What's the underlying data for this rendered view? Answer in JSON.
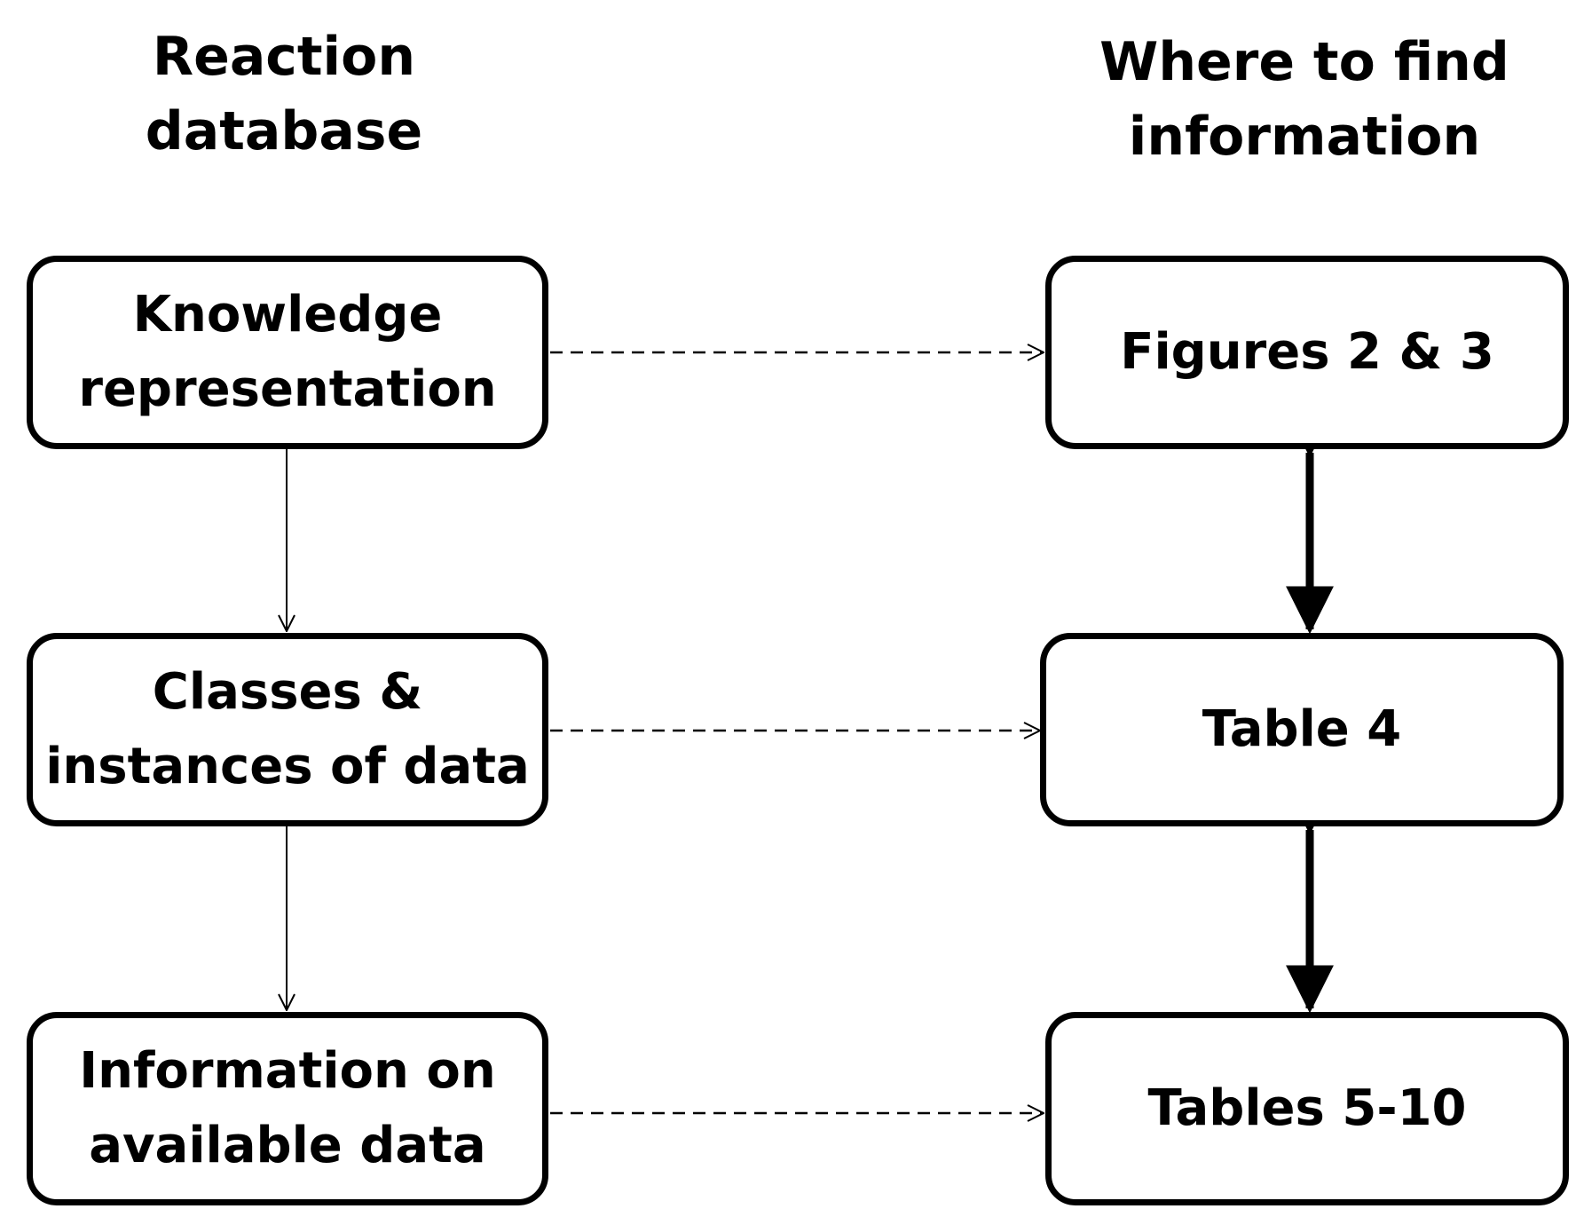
{
  "headers": {
    "left": "Reaction\ndatabase",
    "right": "Where to find\ninformation"
  },
  "left_boxes": [
    {
      "label": "Knowledge\nrepresentation"
    },
    {
      "label": "Classes &\ninstances of data"
    },
    {
      "label": "Information on\navailable data"
    }
  ],
  "right_boxes": [
    {
      "label": "Figures 2 & 3"
    },
    {
      "label": "Table 4"
    },
    {
      "label": "Tables 5-10"
    }
  ]
}
